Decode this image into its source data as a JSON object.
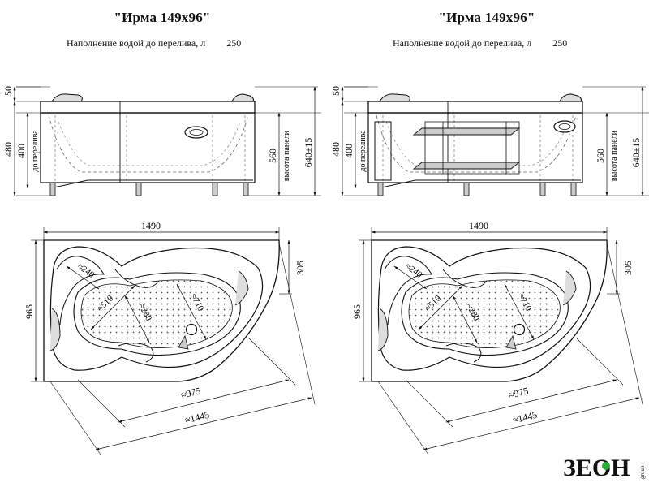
{
  "left": {
    "title": "\"Ирма 149х96\"",
    "fill_label": "Наполнение водой до перелива, л",
    "fill_value": "250",
    "side": {
      "dim_top": "50",
      "dim_480": "480",
      "dim_400": "400",
      "overflow_label": "до перелива",
      "panel_label": "высота панели",
      "dim_560": "560",
      "dim_640": "640±15"
    },
    "plan": {
      "dim_width": "1490",
      "dim_depth": "965",
      "dim_305": "305",
      "dim_240": "≈240",
      "dim_510": "≈510",
      "dim_280": "≈280",
      "dim_710": "≈710",
      "dim_975": "≈975",
      "dim_1445": "≈1445"
    }
  },
  "right": {
    "title": "\"Ирма 149х96\"",
    "fill_label": "Наполнение водой до перелива, л",
    "fill_value": "250",
    "side": {
      "dim_top": "50",
      "dim_480": "480",
      "dim_400": "400",
      "overflow_label": "до перелива",
      "panel_label": "высота панели",
      "dim_560": "560",
      "dim_640": "640±15"
    },
    "plan": {
      "dim_width": "1490",
      "dim_depth": "965",
      "dim_305": "305",
      "dim_240": "≈240",
      "dim_510": "≈510",
      "dim_280": "≈280",
      "dim_710": "≈710",
      "dim_975": "≈975",
      "dim_1445": "≈1445"
    }
  },
  "logo": {
    "text": "ЗЕОН",
    "sub": "group",
    "accent": "#2eaa3c"
  }
}
